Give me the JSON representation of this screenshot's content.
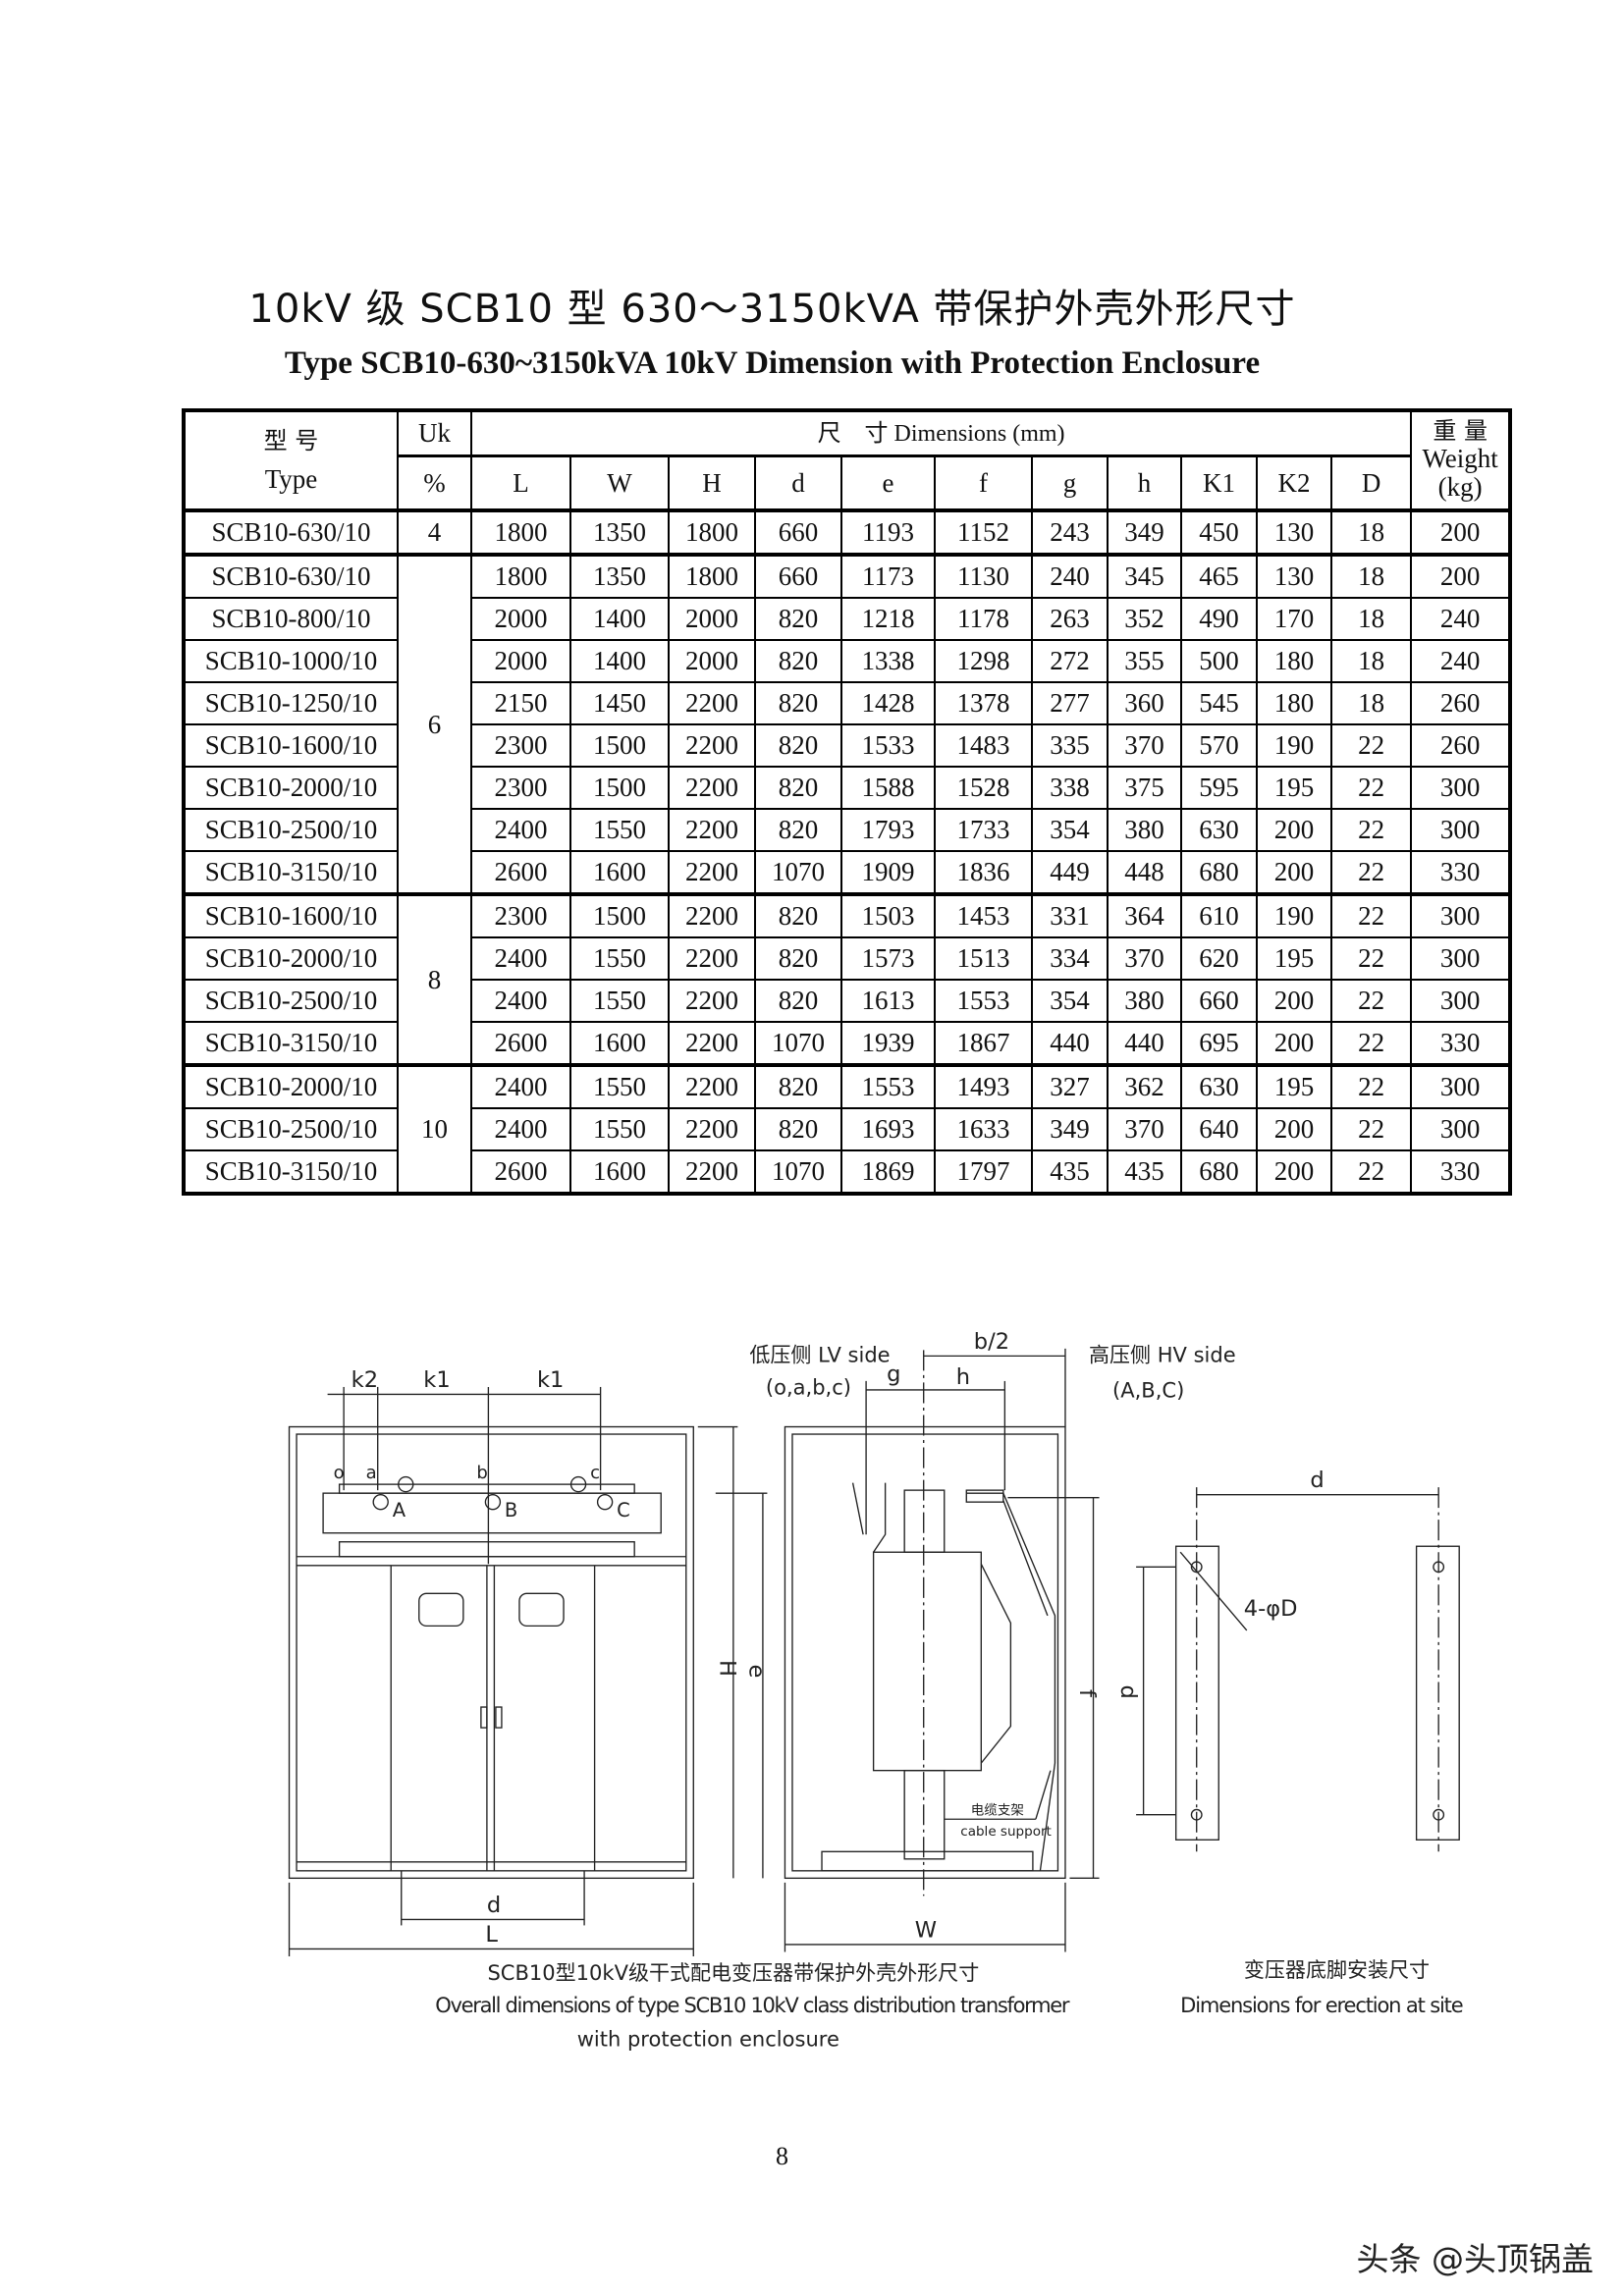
{
  "title_cn": "10kV 级 SCB10 型 630～3150kVA 带保护外壳外形尺寸",
  "title_en": "Type SCB10-630~3150kVA 10kV Dimension with Protection Enclosure",
  "table": {
    "header": {
      "type_cn": "型 号",
      "type_en": "Type",
      "uk": "Uk",
      "uk_unit": "%",
      "dimensions": "尺　寸 Dimensions (mm)",
      "weight_cn": "重 量",
      "weight_en": "Weight",
      "weight_unit": "(kg)",
      "columns": [
        "L",
        "W",
        "H",
        "d",
        "e",
        "f",
        "g",
        "h",
        "K1",
        "K2",
        "D"
      ]
    },
    "groups": [
      {
        "uk": "4",
        "rows": [
          [
            "SCB10-630/10",
            "1800",
            "1350",
            "1800",
            "660",
            "1193",
            "1152",
            "243",
            "349",
            "450",
            "130",
            "18",
            "200"
          ]
        ]
      },
      {
        "uk": "6",
        "rows": [
          [
            "SCB10-630/10",
            "1800",
            "1350",
            "1800",
            "660",
            "1173",
            "1130",
            "240",
            "345",
            "465",
            "130",
            "18",
            "200"
          ],
          [
            "SCB10-800/10",
            "2000",
            "1400",
            "2000",
            "820",
            "1218",
            "1178",
            "263",
            "352",
            "490",
            "170",
            "18",
            "240"
          ],
          [
            "SCB10-1000/10",
            "2000",
            "1400",
            "2000",
            "820",
            "1338",
            "1298",
            "272",
            "355",
            "500",
            "180",
            "18",
            "240"
          ],
          [
            "SCB10-1250/10",
            "2150",
            "1450",
            "2200",
            "820",
            "1428",
            "1378",
            "277",
            "360",
            "545",
            "180",
            "18",
            "260"
          ],
          [
            "SCB10-1600/10",
            "2300",
            "1500",
            "2200",
            "820",
            "1533",
            "1483",
            "335",
            "370",
            "570",
            "190",
            "22",
            "260"
          ],
          [
            "SCB10-2000/10",
            "2300",
            "1500",
            "2200",
            "820",
            "1588",
            "1528",
            "338",
            "375",
            "595",
            "195",
            "22",
            "300"
          ],
          [
            "SCB10-2500/10",
            "2400",
            "1550",
            "2200",
            "820",
            "1793",
            "1733",
            "354",
            "380",
            "630",
            "200",
            "22",
            "300"
          ],
          [
            "SCB10-3150/10",
            "2600",
            "1600",
            "2200",
            "1070",
            "1909",
            "1836",
            "449",
            "448",
            "680",
            "200",
            "22",
            "330"
          ]
        ]
      },
      {
        "uk": "8",
        "rows": [
          [
            "SCB10-1600/10",
            "2300",
            "1500",
            "2200",
            "820",
            "1503",
            "1453",
            "331",
            "364",
            "610",
            "190",
            "22",
            "300"
          ],
          [
            "SCB10-2000/10",
            "2400",
            "1550",
            "2200",
            "820",
            "1573",
            "1513",
            "334",
            "370",
            "620",
            "195",
            "22",
            "300"
          ],
          [
            "SCB10-2500/10",
            "2400",
            "1550",
            "2200",
            "820",
            "1613",
            "1553",
            "354",
            "380",
            "660",
            "200",
            "22",
            "300"
          ],
          [
            "SCB10-3150/10",
            "2600",
            "1600",
            "2200",
            "1070",
            "1939",
            "1867",
            "440",
            "440",
            "695",
            "200",
            "22",
            "330"
          ]
        ]
      },
      {
        "uk": "10",
        "rows": [
          [
            "SCB10-2000/10",
            "2400",
            "1550",
            "2200",
            "820",
            "1553",
            "1493",
            "327",
            "362",
            "630",
            "195",
            "22",
            "300"
          ],
          [
            "SCB10-2500/10",
            "2400",
            "1550",
            "2200",
            "820",
            "1693",
            "1633",
            "349",
            "370",
            "640",
            "200",
            "22",
            "300"
          ],
          [
            "SCB10-3150/10",
            "2600",
            "1600",
            "2200",
            "1070",
            "1869",
            "1797",
            "435",
            "435",
            "680",
            "200",
            "22",
            "330"
          ]
        ]
      }
    ]
  },
  "drawing": {
    "front": {
      "k2": "k2",
      "k1": "k1",
      "o": "o",
      "a": "a",
      "b": "b",
      "c": "c",
      "A": "A",
      "B": "B",
      "C": "C",
      "H": "H",
      "e": "e",
      "d": "d",
      "L": "L"
    },
    "side": {
      "lv_label": "低压侧 LV side",
      "lv_terminals": "(o,a,b,c)",
      "hv_label": "高压侧 HV side",
      "hv_terminals": "(A,B,C)",
      "g": "g",
      "h": "h",
      "b2": "b/2",
      "f": "f",
      "W": "W",
      "cable_cn": "电缆支架",
      "cable_en": "cable support"
    },
    "foot": {
      "d_horizontal": "d",
      "d_vertical": "d",
      "holes": "4-φD"
    },
    "caption_left_cn": "SCB10型10kV级干式配电变压器带保护外壳外形尺寸",
    "caption_left_en1": "Overall dimensions of type SCB10 10kV class distribution transformer",
    "caption_left_en2": "with protection enclosure",
    "caption_right_cn": "变压器底脚安装尺寸",
    "caption_right_en": "Dimensions for erection at site"
  },
  "page_number": "8",
  "watermark": "头条 @头顶锅盖"
}
